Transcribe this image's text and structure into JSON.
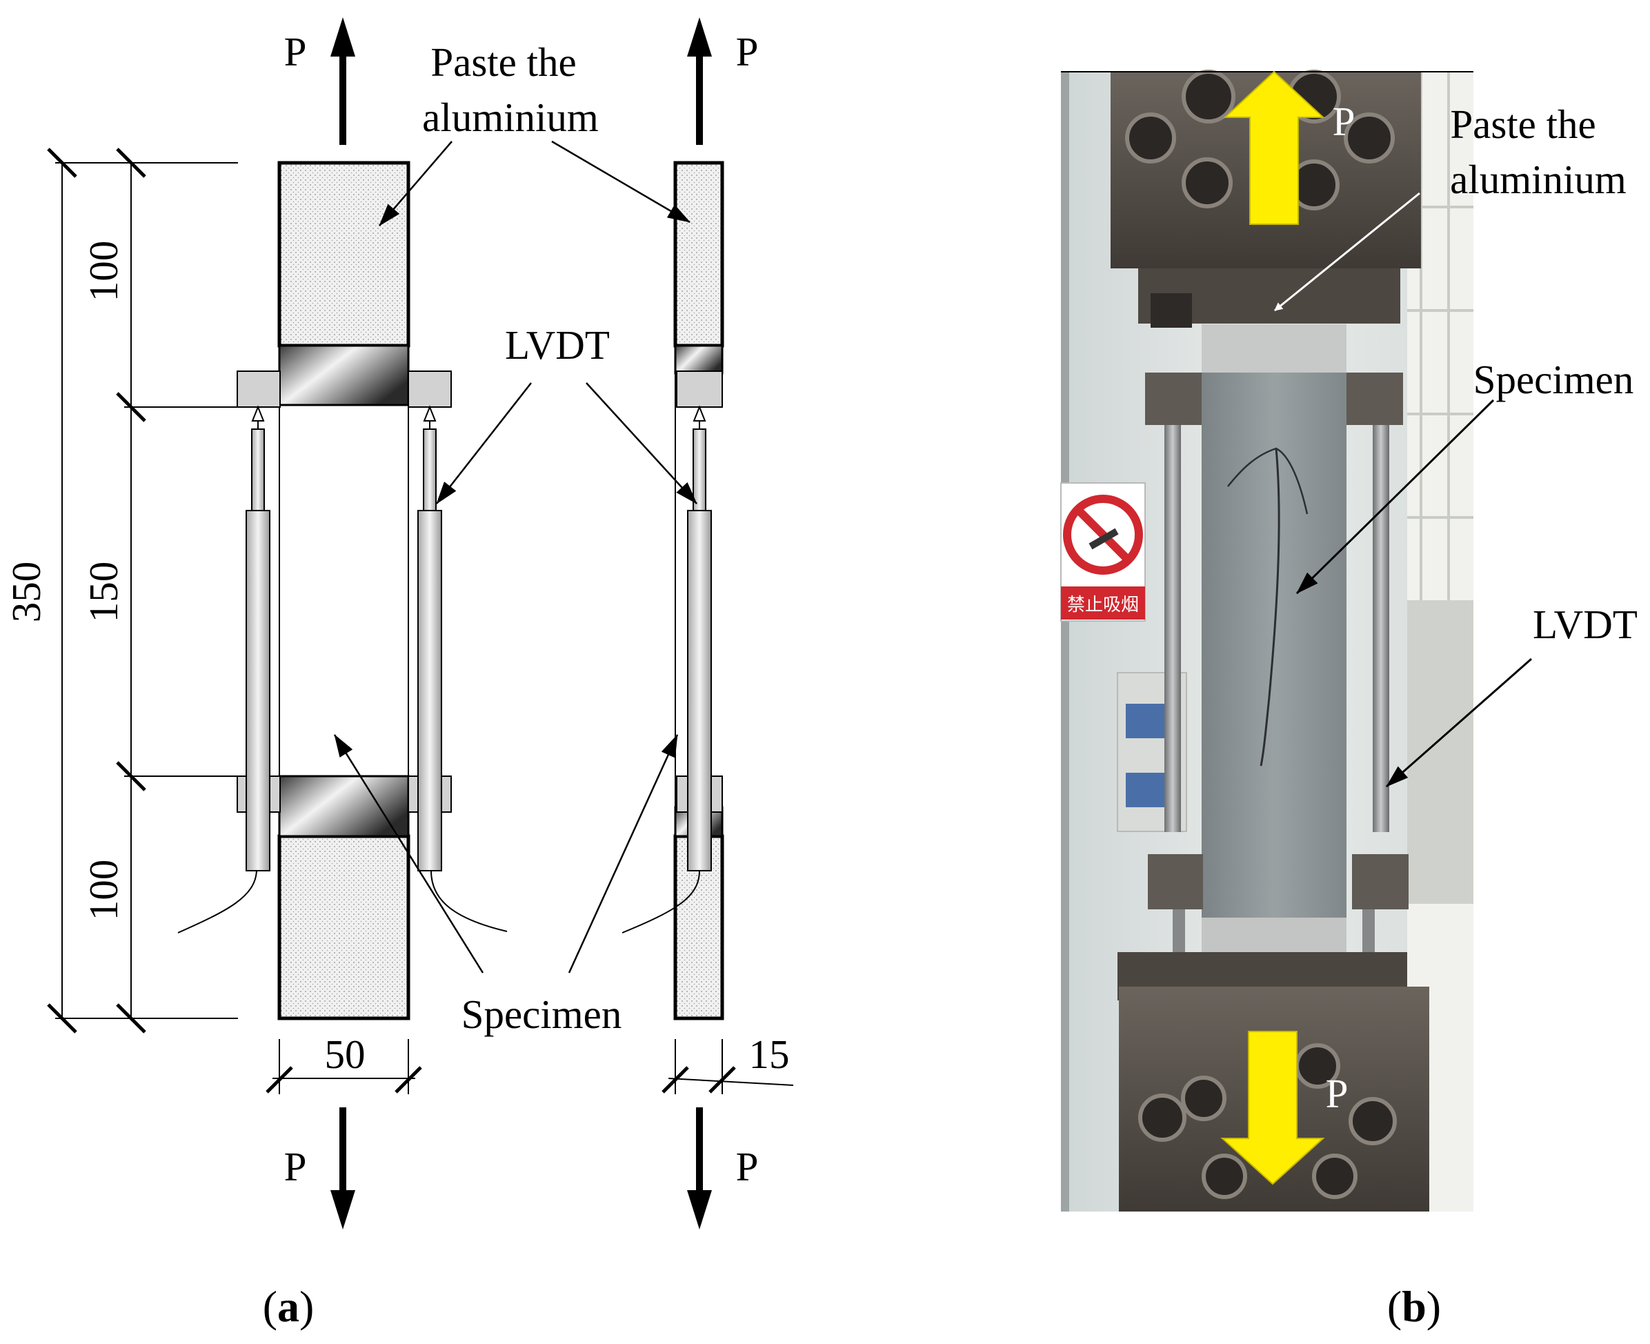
{
  "panel_a": {
    "load_top_left": "P",
    "load_top_right": "P",
    "load_bottom_left": "P",
    "load_bottom_right": "P",
    "paste_label_line1": "Paste the",
    "paste_label_line2": "aluminium",
    "lvdt_label": "LVDT",
    "specimen_label": "Specimen",
    "dim_total": "350",
    "dim_top": "100",
    "dim_middle": "150",
    "dim_bottom": "100",
    "dim_width": "50",
    "dim_thickness": "15",
    "caption_open": "(",
    "caption_letter": "a",
    "caption_close": ")"
  },
  "panel_b": {
    "load_top": "P",
    "load_bottom": "P",
    "paste_label_line1": "Paste the",
    "paste_label_line2": "aluminium",
    "specimen_label": "Specimen",
    "lvdt_label": "LVDT",
    "sign_text": "禁止吸烟",
    "caption_open": "(",
    "caption_letter": "b",
    "caption_close": ")"
  },
  "colors": {
    "line": "#000000",
    "hatch_fill": "#e9e9e9",
    "block_gray": "#d2d2d2",
    "arrow_yellow": "#ffee00",
    "steel_dark": "#5a5550",
    "specimen_gray": "#8e9597",
    "wall": "#dfe3e2"
  },
  "icons": {
    "load_arrow": "load-arrow-icon",
    "no_smoking": "no-smoking-icon"
  }
}
